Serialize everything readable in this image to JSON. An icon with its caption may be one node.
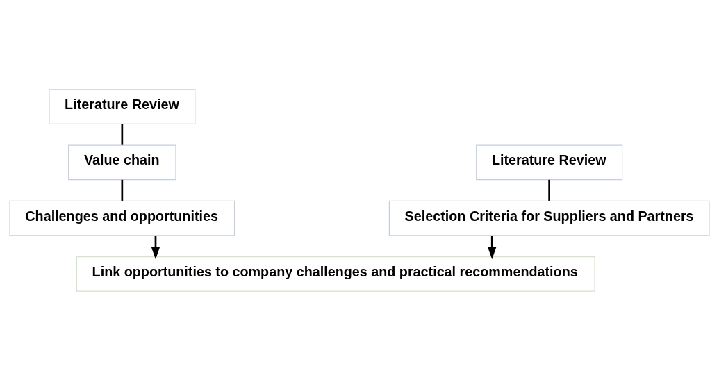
{
  "diagram": {
    "nodes": [
      {
        "text": [
          "Literature Review"
        ]
      },
      {
        "text": [
          "Value chain"
        ]
      },
      {
        "text": [
          "Challenges and opportunities"
        ]
      },
      {
        "text": [
          "Literature Review"
        ]
      },
      {
        "text": [
          "Selection Criteria for Suppliers and Partners"
        ]
      },
      {
        "text": [
          "Link opportunities to company challenges and practical recommendations"
        ]
      }
    ],
    "edges": [
      {
        "from": 0,
        "to": 1,
        "arrow": "none"
      },
      {
        "from": 1,
        "to": 2,
        "arrow": "none"
      },
      {
        "from": 3,
        "to": 4,
        "arrow": "none"
      },
      {
        "from": 2,
        "to": 5,
        "arrow": "to"
      },
      {
        "from": 4,
        "to": 5,
        "arrow": "to"
      }
    ]
  }
}
